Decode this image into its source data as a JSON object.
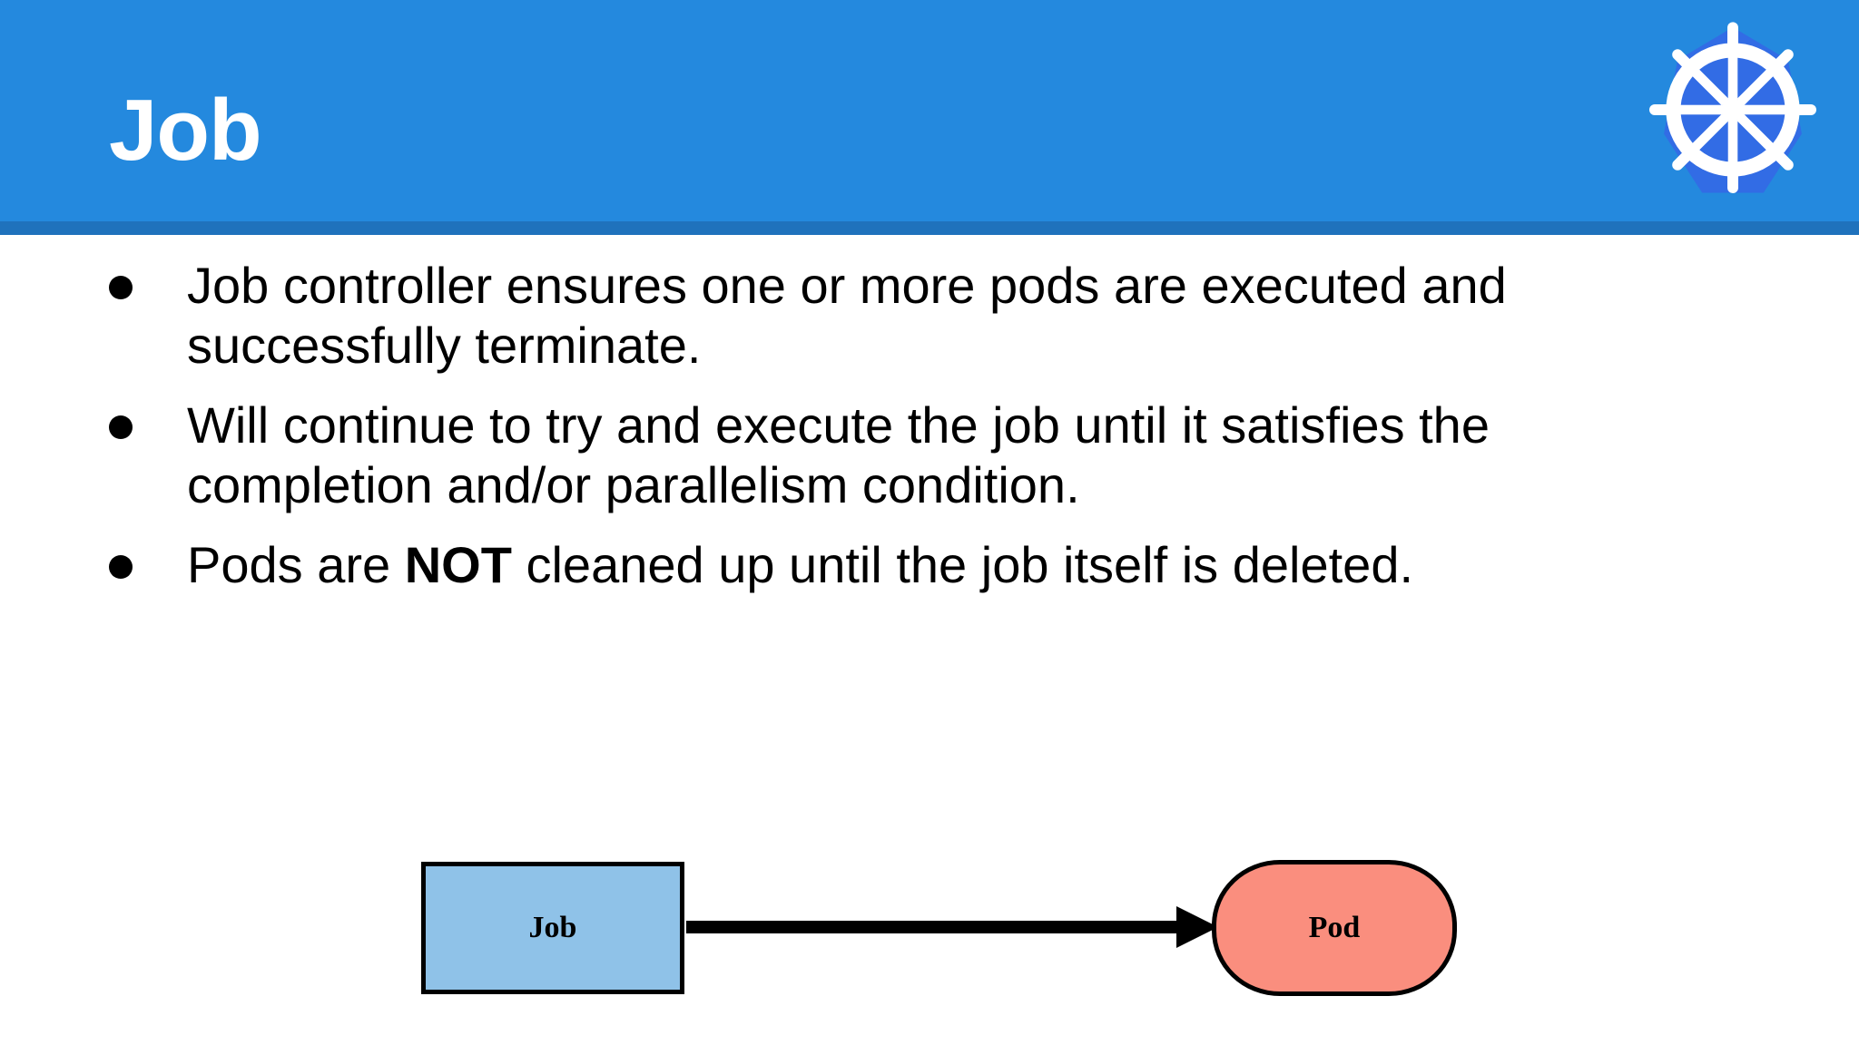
{
  "slide": {
    "title": "Job",
    "logo_name": "kubernetes-logo",
    "header_color": "#2489DE",
    "header_rule_color": "#1F72BC",
    "title_color": "#FFFFFF",
    "background_color": "#FFFFFF"
  },
  "bullets": [
    {
      "text": "Job controller ensures one or more pods are executed and successfully terminate.",
      "bold_segment": ""
    },
    {
      "text": "Will continue to try and execute the job until it satisfies the completion and/or parallelism condition.",
      "bold_segment": ""
    },
    {
      "text_before": "Pods are ",
      "bold_segment": "NOT",
      "text_after": " cleaned up until the job itself is deleted."
    }
  ],
  "diagram": {
    "type": "flow",
    "nodes": [
      {
        "id": "job",
        "label": "Job",
        "shape": "rectangle",
        "fill": "#8FC2E8",
        "stroke": "#000000"
      },
      {
        "id": "pod",
        "label": "Pod",
        "shape": "stadium",
        "fill": "#FA8E7E",
        "stroke": "#000000"
      }
    ],
    "edges": [
      {
        "from": "job",
        "to": "pod",
        "label": "",
        "style": "solid-arrow",
        "color": "#000000"
      }
    ]
  }
}
